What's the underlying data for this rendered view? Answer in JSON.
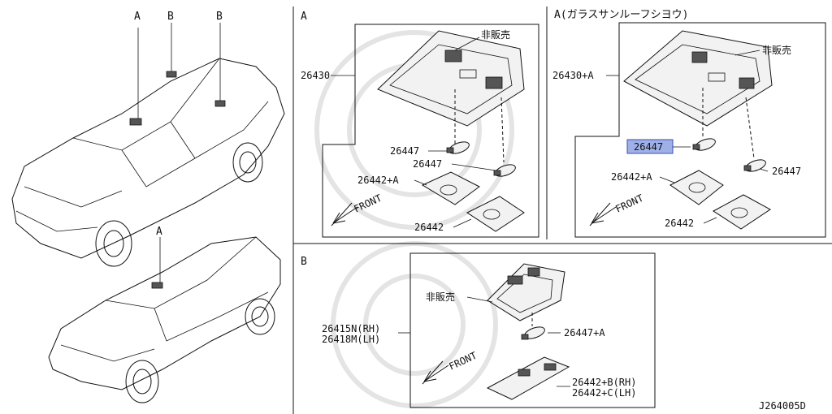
{
  "sections": {
    "left_labels": {
      "a": "A",
      "b1": "B",
      "b2": "B",
      "a2": "A"
    },
    "top_left": {
      "title": "A",
      "lens_assembly": "26430",
      "not_sold": "非販売",
      "bulb_1": "26447",
      "bulb_2": "26447",
      "lens_1": "26442+A",
      "lens_2": "26442",
      "front": "FRONT"
    },
    "top_right": {
      "title": "A(ガラスサンルーフシヨウ)",
      "lens_assembly": "26430+A",
      "not_sold": "非販売",
      "bulb_highlighted": "26447",
      "bulb_2": "26447",
      "lens_1": "26442+A",
      "lens_2": "26442",
      "front": "FRONT"
    },
    "bottom": {
      "title": "B",
      "not_sold": "非販売",
      "lamp_rh": "26415N(RH)",
      "lamp_lh": "26418M(LH)",
      "bulb": "26447+A",
      "lens_rh": "26442+B(RH)",
      "lens_lh": "26442+C(LH)",
      "front": "FRONT"
    }
  },
  "diagram_code": "J264005D",
  "highlight_color": "#9fb0e8"
}
